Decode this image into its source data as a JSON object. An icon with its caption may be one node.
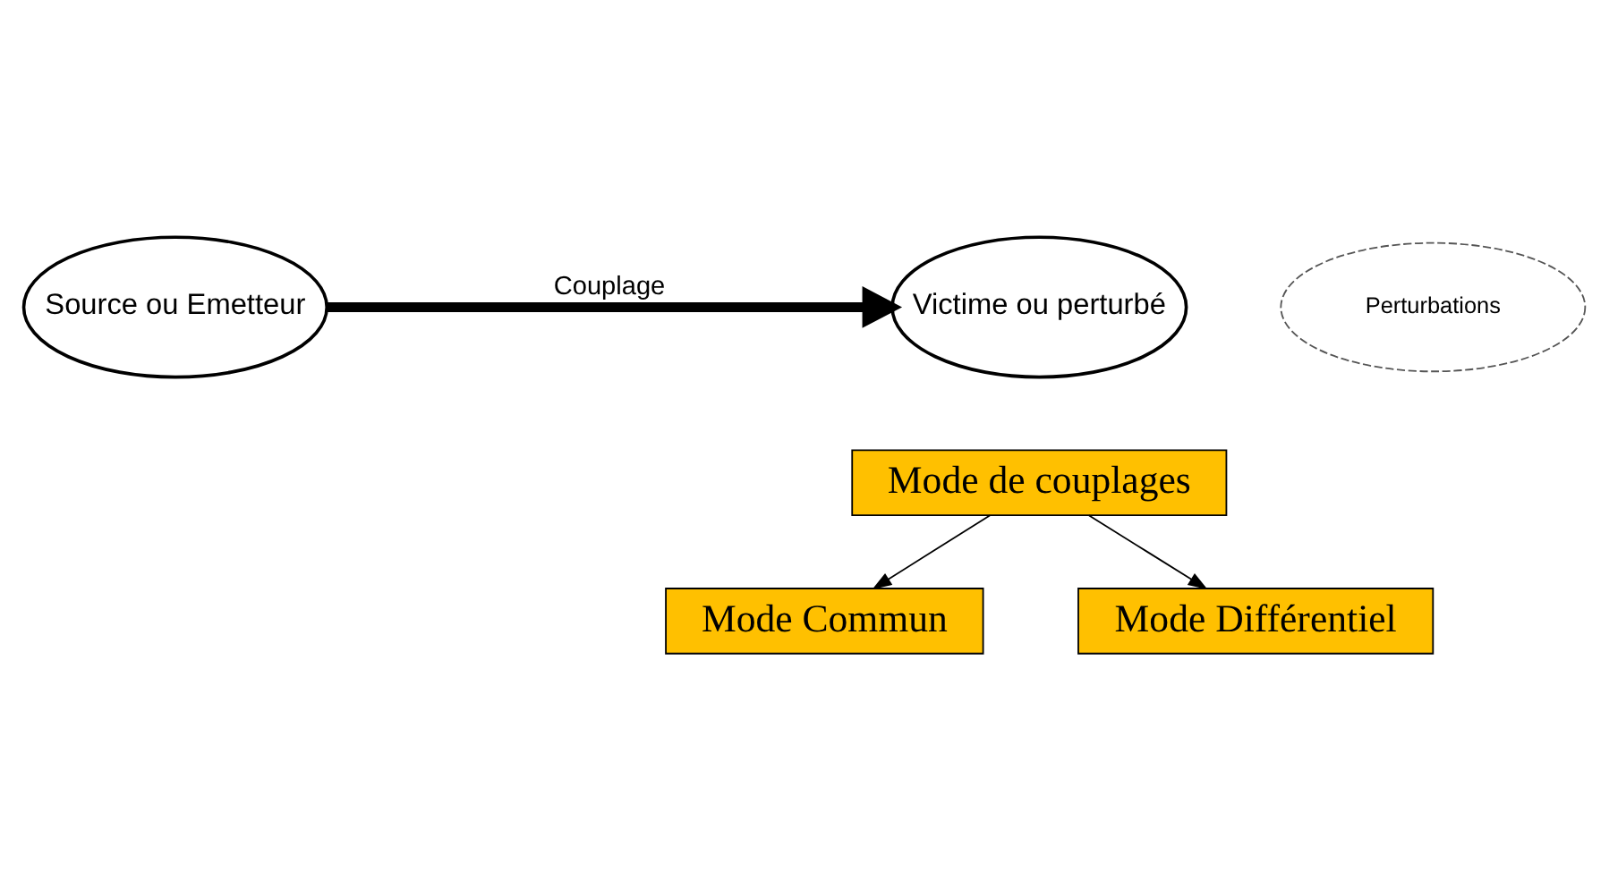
{
  "diagram": {
    "nodes": [
      {
        "text": [
          "Source ou Emetteur"
        ]
      },
      {
        "text": [
          "Victime ou perturbé"
        ]
      },
      {
        "text": [
          "Mode de couplages"
        ]
      },
      {
        "text": [
          "Mode Commun"
        ]
      },
      {
        "text": [
          "Mode Différentiel"
        ]
      }
    ],
    "edges": [
      {
        "from": 0,
        "to": 1,
        "arrow": "to",
        "label": "Couplage",
        "style": "thick"
      },
      {
        "from": 2,
        "to": 3,
        "arrow": "to"
      },
      {
        "from": 2,
        "to": 4,
        "arrow": "to"
      }
    ],
    "labels": [
      "Perturbations"
    ]
  }
}
